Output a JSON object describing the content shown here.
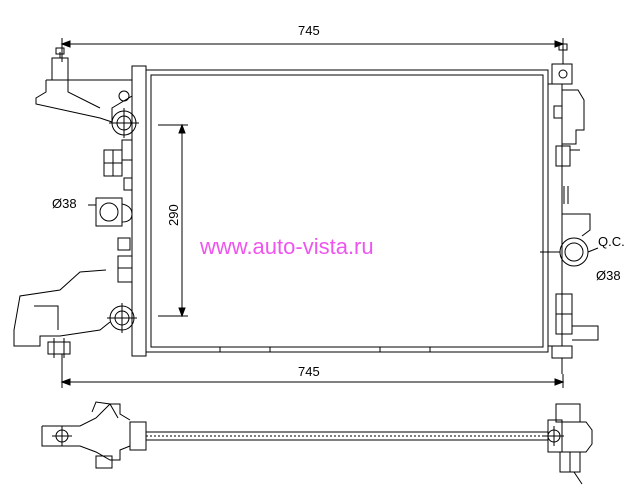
{
  "dimensions": {
    "top_width": "745",
    "bottom_width": "745",
    "core_height": "290",
    "left_port": "Ø38",
    "right_port": "Ø38",
    "quick_connect": "Q.C."
  },
  "watermark": "www.auto-vista.ru",
  "colors": {
    "line": "#000000",
    "watermark": "#ee55ee",
    "background": "#ffffff"
  }
}
